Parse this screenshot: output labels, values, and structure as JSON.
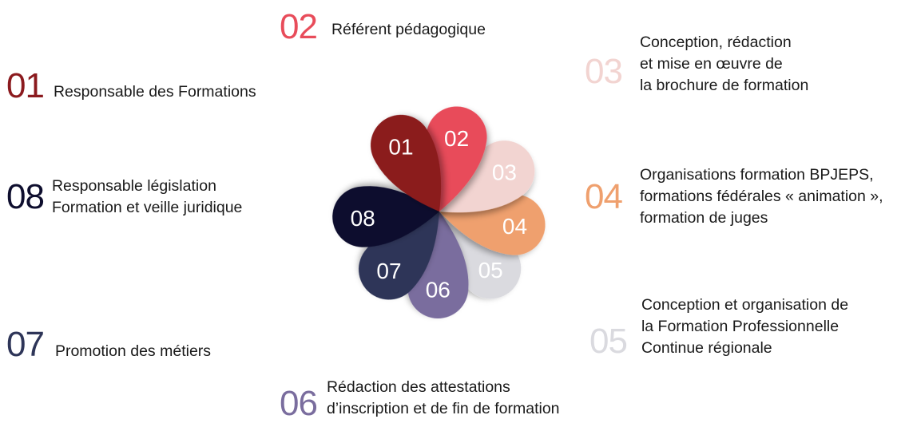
{
  "items": [
    {
      "num": "01",
      "color": "#8B1A1E",
      "label": [
        "Responsable  des Formations"
      ]
    },
    {
      "num": "02",
      "color": "#E84C5A",
      "label": [
        "Référent pédagogique"
      ]
    },
    {
      "num": "03",
      "color": "#F2D4D1",
      "label": [
        "Conception, rédaction",
        "et mise en œuvre de",
        "la brochure de formation"
      ]
    },
    {
      "num": "04",
      "color": "#EFA06E",
      "label": [
        "Organisations formation BPJEPS,",
        "formations fédérales « animation »,",
        "formation de juges"
      ]
    },
    {
      "num": "05",
      "color": "#DADADF",
      "label": [
        "Conception et organisation de",
        "la Formation Professionnelle",
        "Continue régionale"
      ]
    },
    {
      "num": "06",
      "color": "#7A6D9E",
      "label": [
        "Rédaction des attestations",
        "d’inscription et de fin de formation"
      ]
    },
    {
      "num": "07",
      "color": "#2E3558",
      "label": [
        "Promotion des métiers"
      ]
    },
    {
      "num": "08",
      "color": "#0E0E2E",
      "label": [
        "Responsable législation",
        "Formation et veille juridique"
      ]
    }
  ]
}
